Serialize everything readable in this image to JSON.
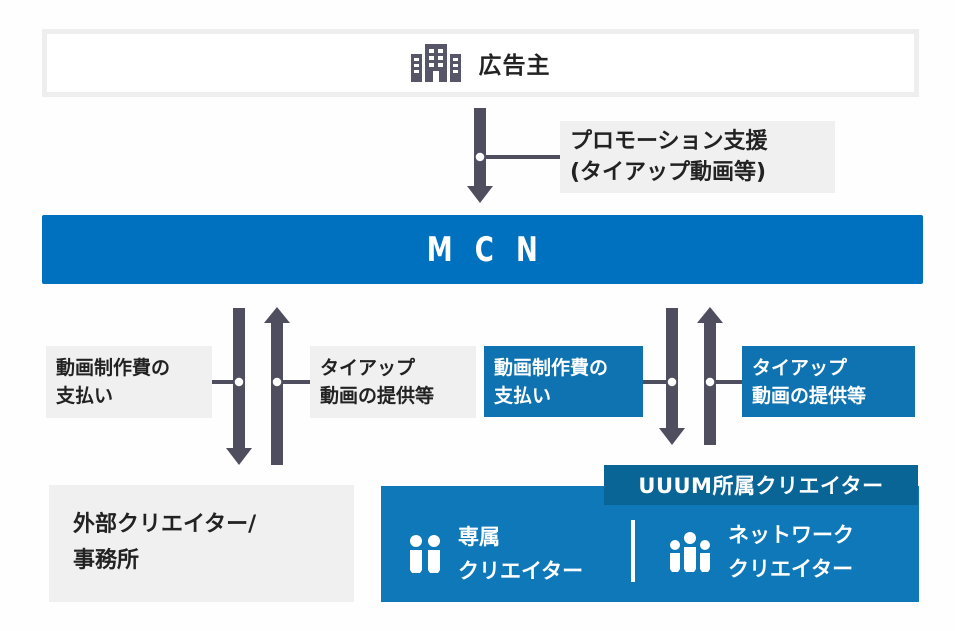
{
  "advertiser": {
    "icon": "building-icon",
    "label": "広告主"
  },
  "promotion_support": {
    "line1": "プロモーション支援",
    "line2": "(タイアップ動画等)"
  },
  "mcn": {
    "label": "MCN"
  },
  "external_flow": {
    "payment": {
      "line1": "動画制作費の",
      "line2": "支払い"
    },
    "delivery": {
      "line1": "タイアップ",
      "line2": "動画の提供等"
    }
  },
  "uuum_flow": {
    "payment": {
      "line1": "動画制作費の",
      "line2": "支払い"
    },
    "delivery": {
      "line1": "タイアップ",
      "line2": "動画の提供等"
    }
  },
  "external_creators": {
    "line1": "外部クリエイター/",
    "line2": "事務所"
  },
  "uuum_creators": {
    "header": "UUUM所属クリエイター",
    "exclusive": {
      "icon": "two-people-icon",
      "line1": "専属",
      "line2": "クリエイター"
    },
    "network": {
      "icon": "three-people-icon",
      "line1": "ネットワーク",
      "line2": "クリエイター"
    }
  },
  "colors": {
    "mcn_blue": "#0071bf",
    "label_blue": "#0e73b0",
    "uuum_blue": "#0e78b9",
    "uuum_header_blue": "#0a6597",
    "arrow_gray": "#4e4e5e",
    "label_gray": "#f0f0f0"
  }
}
